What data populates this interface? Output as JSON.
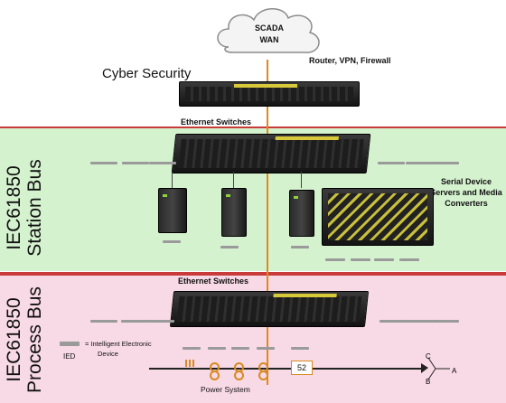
{
  "cloud": {
    "line1": "SCADA",
    "line2": "WAN"
  },
  "labels": {
    "router": "Router, VPN, Firewall",
    "cyber": "Cyber Security",
    "eth_top": "Ethernet Switches",
    "eth_bottom": "Ethernet Switches",
    "serial_1": "Serial Device",
    "serial_2": "Servers and Media",
    "serial_3": "Converters",
    "station_1": "IEC61850",
    "station_2": "Station Bus",
    "process_1": "IEC61850",
    "process_2": "Process Bus",
    "ied_legend": "= Intelligent Electronic",
    "ied_legend_2": "Device",
    "ied": "IED",
    "power_system": "Power System",
    "breaker": "52",
    "phase_a": "A",
    "phase_b": "B",
    "phase_c": "C"
  },
  "colors": {
    "station_band": "#d5f2cf",
    "process_band": "#f8d9e6",
    "separator": "#c93a3a",
    "uplink": "#e0891a",
    "accent_stripe": "#d8c93a"
  },
  "icons": [
    "cloud-icon",
    "router-icon",
    "ethernet-switch-icon",
    "serial-server-icon",
    "media-converter-icon",
    "current-transformer-icon",
    "breaker-icon"
  ]
}
